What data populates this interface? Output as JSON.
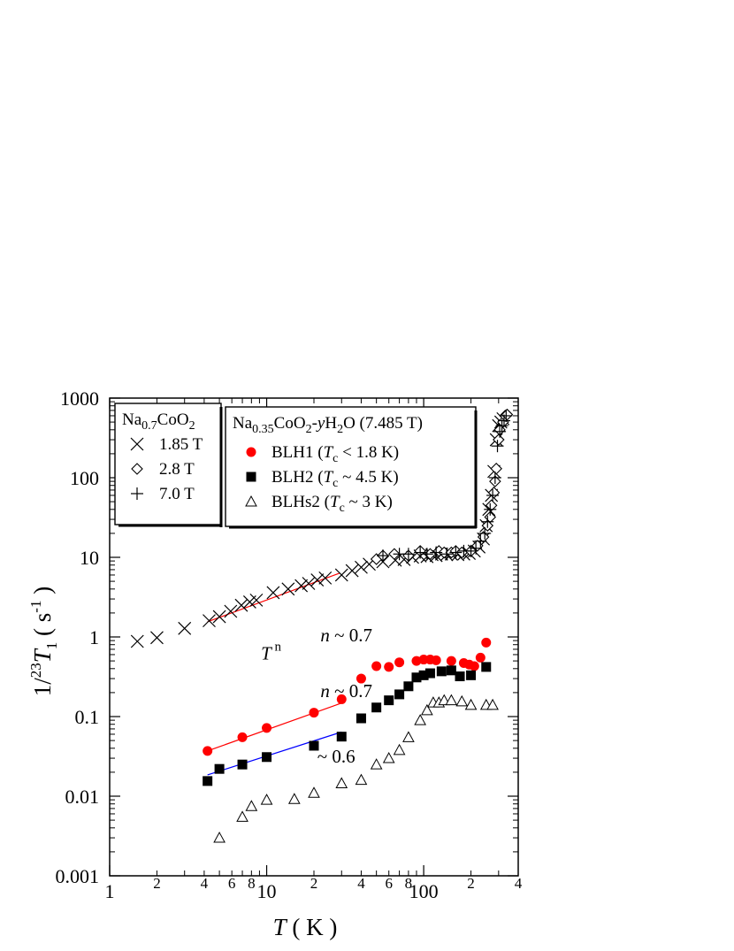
{
  "chart_data": {
    "type": "scatter",
    "xlabel": {
      "italic": "T",
      "rest": " ( K )"
    },
    "ylabel": {
      "prefix": "1/",
      "sup": "23",
      "italic": "T",
      "sub": "1",
      "open": " ( s",
      "unit_sup": "-1",
      "close": " )"
    },
    "xscale": "log",
    "yscale": "log",
    "xlim": [
      1,
      400
    ],
    "ylim": [
      0.001,
      1000
    ],
    "x_major_ticks": [
      {
        "v": 1,
        "label": "1"
      },
      {
        "v": 10,
        "label": "10"
      },
      {
        "v": 100,
        "label": "100"
      }
    ],
    "x_minor_ticks": [
      {
        "v": 2,
        "label": "2"
      },
      {
        "v": 4,
        "label": "4"
      },
      {
        "v": 6,
        "label": "6"
      },
      {
        "v": 8,
        "label": "8"
      },
      {
        "v": 20,
        "label": "2"
      },
      {
        "v": 40,
        "label": "4"
      },
      {
        "v": 60,
        "label": "6"
      },
      {
        "v": 80,
        "label": "8"
      },
      {
        "v": 200,
        "label": "2"
      },
      {
        "v": 400,
        "label": "4"
      }
    ],
    "y_major_ticks": [
      {
        "v": 0.001,
        "label": "0.001"
      },
      {
        "v": 0.01,
        "label": "0.01"
      },
      {
        "v": 0.1,
        "label": "0.1"
      },
      {
        "v": 1,
        "label": "1"
      },
      {
        "v": 10,
        "label": "10"
      },
      {
        "v": 100,
        "label": "100"
      },
      {
        "v": 1000,
        "label": "1000"
      }
    ],
    "legend_left": {
      "placement": "top-left",
      "title": {
        "base": "Na",
        "sub1": "0.7",
        "mid": "CoO",
        "sub2": "2"
      },
      "entries": [
        {
          "marker": "cross",
          "label": "1.85 T"
        },
        {
          "marker": "diamond",
          "label": "2.8 T"
        },
        {
          "marker": "plus",
          "label": "7.0 T"
        }
      ]
    },
    "legend_right": {
      "placement": "top-center",
      "title": {
        "base": "Na",
        "sub1": "0.35",
        "mid": "CoO",
        "sub2": "2",
        "dash": "-",
        "italic": "y",
        "h": "H",
        "sub3": "2",
        "tail": "O (7.485 T)"
      },
      "entries": [
        {
          "marker": "circle",
          "name": "BLH1 (",
          "italic": "T",
          "sub": "c",
          "rest": " < 1.8 K)",
          "color": "#ff0000"
        },
        {
          "marker": "square",
          "name": "BLH2 (",
          "italic": "T",
          "sub": "c",
          "rest": " ~ 4.5 K)",
          "color": "#000000"
        },
        {
          "marker": "triangle",
          "name": "BLHs2 (",
          "italic": "T",
          "sub": "c",
          "rest": " ~ 3 K)",
          "color": "#000000"
        }
      ]
    },
    "annotations": [
      {
        "id": "n07-top",
        "italic": "n",
        "rest": " ~ 0.7",
        "x": 22,
        "y": 0.88
      },
      {
        "id": "tn",
        "italic": "T",
        "sup": " n",
        "x": 9.2,
        "y": 0.52
      },
      {
        "id": "n07-mid",
        "italic": "n",
        "rest": " ~ 0.7",
        "x": 22,
        "y": 0.175
      },
      {
        "id": "n06",
        "italic": "",
        "rest": "~ 0.6",
        "x": 21,
        "y": 0.0265
      }
    ],
    "fit_lines": [
      {
        "name": "fit-top",
        "color": "#ff0000",
        "x": [
          4.2,
          29
        ],
        "y": [
          1.55,
          6.3
        ]
      },
      {
        "name": "fit-blh1",
        "color": "#ff0000",
        "x": [
          4.2,
          30
        ],
        "y": [
          0.037,
          0.148
        ]
      },
      {
        "name": "fit-blh2",
        "color": "#0000ff",
        "x": [
          4.2,
          30
        ],
        "y": [
          0.0185,
          0.064
        ]
      }
    ],
    "series": [
      {
        "id": "s185",
        "legend": "1.85 T",
        "marker": "cross",
        "color": "#000000",
        "x": [
          1.5,
          2.0,
          3.0,
          4.3,
          5.0,
          5.9,
          6.9,
          7.8,
          8.6,
          11.0,
          13.7,
          16.6,
          18.5,
          21.0,
          23.6,
          30.0,
          35.0,
          40.0,
          45.0,
          55.0,
          66.0,
          75.0,
          85.0,
          95.0,
          105.0,
          113.0,
          120.0,
          130.0,
          140.0,
          150.0,
          165.0,
          180.0,
          195.0,
          210.0,
          225.0,
          240.0,
          250.0,
          260.0,
          270.0,
          280.0,
          290.0,
          300.0,
          310.0,
          320.0
        ],
        "y": [
          0.88,
          0.98,
          1.28,
          1.6,
          1.8,
          2.1,
          2.5,
          2.75,
          2.9,
          3.6,
          4.0,
          4.4,
          4.7,
          5.2,
          5.5,
          6.0,
          6.8,
          7.5,
          8.2,
          8.8,
          9.2,
          9.4,
          10.0,
          10.4,
          10.2,
          10.8,
          10.5,
          11.0,
          10.8,
          11.0,
          10.8,
          11.0,
          11.2,
          12.0,
          13.5,
          17.0,
          25.0,
          40.0,
          60.0,
          120.0,
          300.0,
          450.0,
          500.0,
          550.0
        ]
      },
      {
        "id": "s28",
        "legend": "2.8 T",
        "marker": "diamond",
        "color": "#000000",
        "x": [
          50.0,
          55.0,
          65.0,
          80.0,
          95.0,
          110.0,
          125.0,
          135.0,
          150.0,
          160.0,
          175.0,
          200.0,
          220.0,
          240.0,
          255.0,
          265.0,
          270.0,
          280.0,
          285.0,
          290.0,
          300.0,
          305.0,
          320.0,
          330.0,
          340.0
        ],
        "y": [
          9.5,
          10.5,
          11.0,
          10.5,
          12.0,
          11.0,
          12.0,
          11.5,
          11.5,
          12.0,
          11.5,
          12.0,
          14.0,
          18.0,
          25.0,
          32.0,
          45.0,
          65.0,
          90.0,
          130.0,
          300.0,
          400.0,
          500.0,
          600.0,
          620.0
        ]
      },
      {
        "id": "s70",
        "legend": "7.0 T",
        "marker": "plus",
        "color": "#000000",
        "x": [
          55.0,
          70.0,
          80.0,
          95.0,
          105.0,
          120.0,
          140.0,
          160.0,
          180.0,
          200.0,
          215.0,
          230.0,
          245.0,
          255.0,
          265.0,
          275.0,
          285.0,
          295.0,
          305.0,
          315.0,
          325.0,
          335.0
        ],
        "y": [
          10.5,
          11.0,
          11.0,
          11.5,
          11.0,
          11.5,
          11.0,
          11.5,
          12.0,
          12.0,
          13.0,
          16.0,
          20.0,
          28.0,
          40.0,
          60.0,
          100.0,
          250.0,
          380.0,
          450.0,
          520.0,
          600.0
        ]
      },
      {
        "id": "blh1",
        "legend": "BLH1",
        "marker": "circle",
        "color": "#ff0000",
        "x": [
          4.2,
          7.0,
          10.0,
          20.0,
          30.0,
          40.0,
          50.0,
          60.0,
          70.0,
          90.0,
          100.0,
          110.0,
          120.0,
          150.0,
          180.0,
          195.0,
          210.0,
          230.0,
          250.0
        ],
        "y": [
          0.037,
          0.055,
          0.072,
          0.112,
          0.165,
          0.3,
          0.43,
          0.42,
          0.48,
          0.5,
          0.52,
          0.52,
          0.51,
          0.5,
          0.47,
          0.45,
          0.43,
          0.55,
          0.85
        ]
      },
      {
        "id": "blh2",
        "legend": "BLH2",
        "marker": "square",
        "color": "#000000",
        "x": [
          4.2,
          5.0,
          7.0,
          10.0,
          20.0,
          30.0,
          40.0,
          50.0,
          60.0,
          70.0,
          80.0,
          90.0,
          100.0,
          110.0,
          130.0,
          150.0,
          170.0,
          200.0,
          250.0
        ],
        "y": [
          0.0155,
          0.022,
          0.025,
          0.031,
          0.043,
          0.056,
          0.095,
          0.13,
          0.16,
          0.19,
          0.24,
          0.31,
          0.33,
          0.35,
          0.37,
          0.38,
          0.32,
          0.33,
          0.42
        ]
      },
      {
        "id": "blhs2",
        "legend": "BLHs2",
        "marker": "triangle",
        "color": "#000000",
        "x": [
          5.0,
          7.0,
          8.0,
          10.0,
          15.0,
          20.0,
          30.0,
          40.0,
          50.0,
          60.0,
          70.0,
          80.0,
          95.0,
          105.0,
          115.0,
          125.0,
          135.0,
          150.0,
          175.0,
          200.0,
          250.0,
          275.0
        ],
        "y": [
          0.003,
          0.0055,
          0.0075,
          0.009,
          0.0092,
          0.011,
          0.0145,
          0.016,
          0.025,
          0.03,
          0.038,
          0.055,
          0.09,
          0.12,
          0.15,
          0.15,
          0.16,
          0.16,
          0.155,
          0.14,
          0.14,
          0.14
        ]
      }
    ]
  }
}
